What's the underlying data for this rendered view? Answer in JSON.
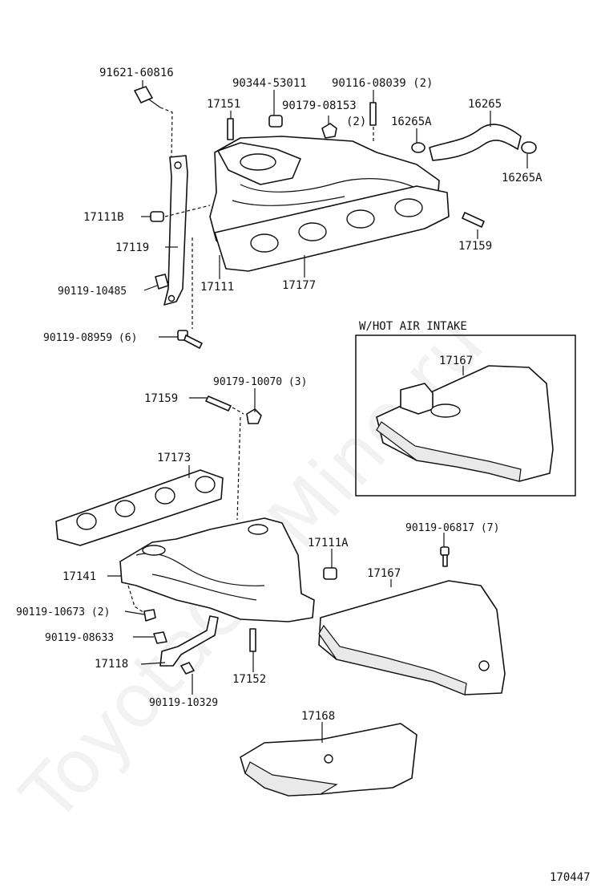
{
  "watermark": "ToyotaCarMine.ru",
  "diagram_id": "170447",
  "inset": {
    "title": "W/HOT AIR INTAKE",
    "part": "17167"
  },
  "labels": {
    "p91621_60816": "91621-60816",
    "p90344_53011": "90344-53011",
    "p90116_08039": "90116-08039 (2)",
    "p17151": "17151",
    "p90179_08153": "90179-08153",
    "p90179_08153_qty": "(2)",
    "p16265A_top": "16265A",
    "p16265": "16265",
    "p16265A_right": "16265A",
    "p17111B": "17111B",
    "p17119": "17119",
    "p17159_top": "17159",
    "p90119_10485": "90119-10485",
    "p17111": "17111",
    "p17177": "17177",
    "p90119_08959": "90119-08959 (6)",
    "p90179_10070": "90179-10070 (3)",
    "p17159_mid": "17159",
    "p17173": "17173",
    "p17111A": "17111A",
    "p90119_06817": "90119-06817 (7)",
    "p17141": "17141",
    "p17167": "17167",
    "p90119_10673": "90119-10673 (2)",
    "p90119_08633": "90119-08633",
    "p17118": "17118",
    "p17152": "17152",
    "p90119_10329": "90119-10329",
    "p17168": "17168"
  }
}
